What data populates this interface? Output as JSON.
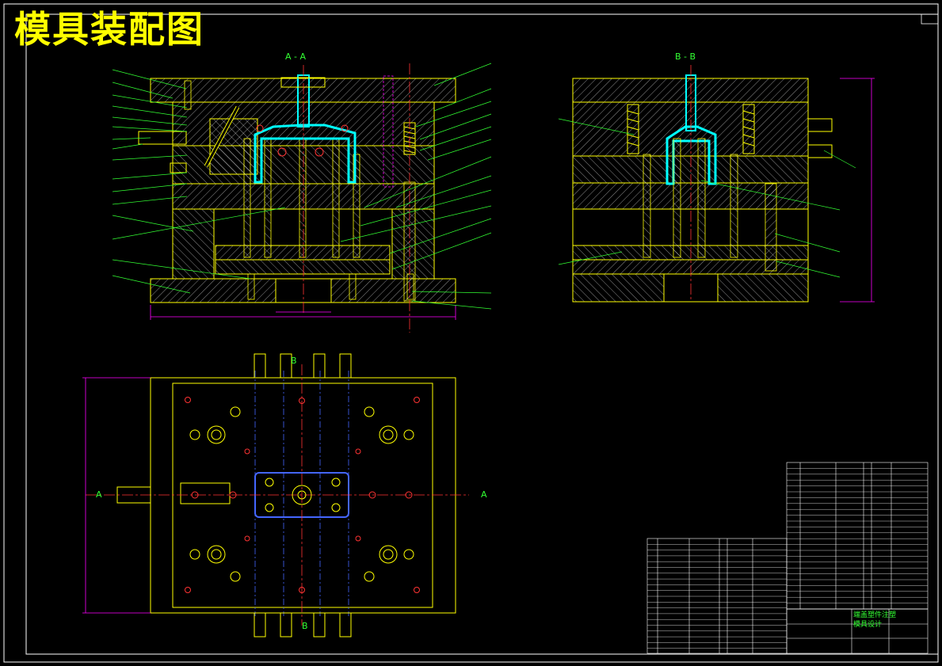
{
  "title": "模具装配图",
  "views": {
    "section_aa": "A - A",
    "section_bb": "B - B",
    "cut_a_left": "A",
    "cut_a_right": "A",
    "cut_b_top": "B",
    "cut_b_bottom": "B"
  },
  "title_block": {
    "name_line1": "端盖塑件注塑",
    "name_line2": "模具设计"
  },
  "colors": {
    "outline": "#ffff00",
    "hatch": "#00ffff",
    "leader": "#33ff33",
    "dimension": "#ff00ff",
    "center": "#ff3333",
    "hidden": "#4466ff",
    "frame": "#ffffff"
  }
}
